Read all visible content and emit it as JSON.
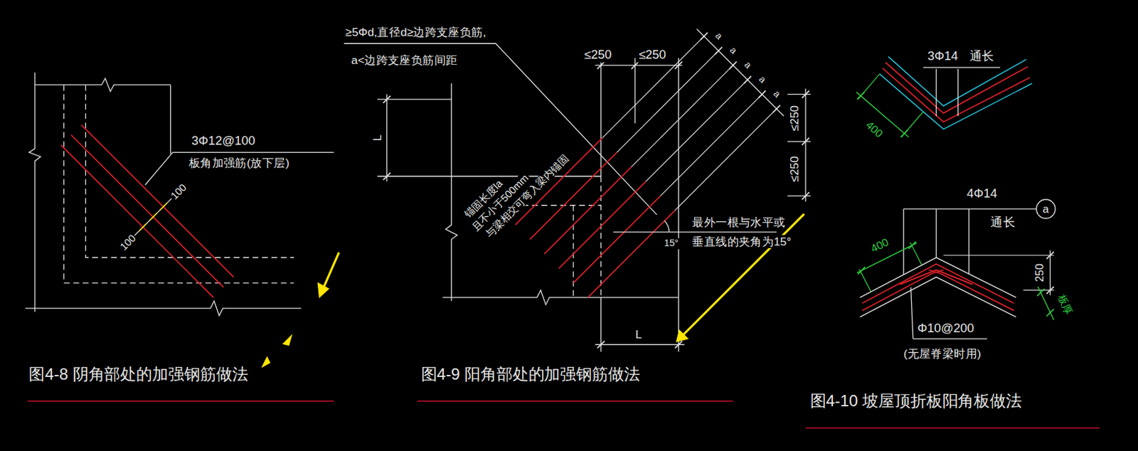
{
  "diagram": {
    "labels": [
      "3Φ12@100",
      "板角加强筋(放下层)",
      "100",
      "100",
      "图4-8 阴角部处的加强钢筋做法",
      "≥5Φd,直径d≥边跨支座负筋,",
      "a<边跨支座负筋间距",
      "≤250",
      "≤250",
      "a",
      "a",
      "a",
      "a",
      "a",
      "≤250",
      "≤250",
      "L",
      "锚固长度la",
      "且不小于500mm",
      "与梁相交可弯入梁内锚固",
      "15°",
      "最外一根与水平或",
      "垂直线的夹角为15°",
      "L",
      "图4-9 阳角部处的加强钢筋做法",
      "3Φ14",
      "通长",
      "400",
      "4Φ14",
      "通长",
      "a",
      "400",
      "250",
      "板厚",
      "Φ10@200",
      "(无屋脊梁时用)",
      "图4-10 坡屋顶折板阳角板做法"
    ]
  }
}
